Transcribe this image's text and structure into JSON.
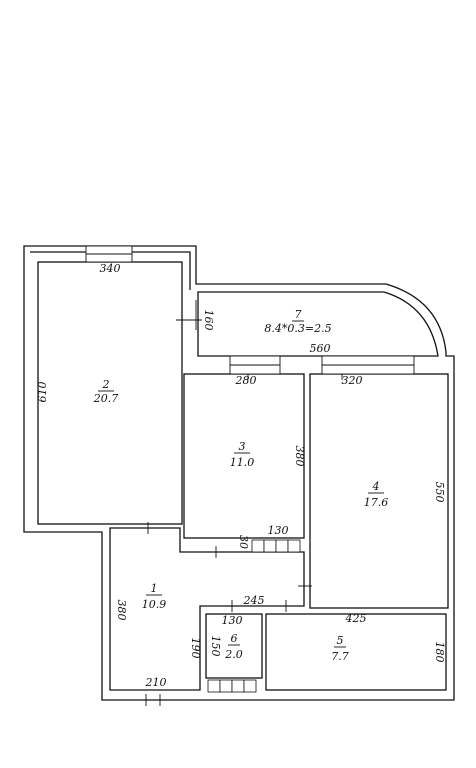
{
  "rooms": [
    {
      "id": "1",
      "number": "1",
      "area": "10.9"
    },
    {
      "id": "2",
      "number": "2",
      "area": "20.7"
    },
    {
      "id": "3",
      "number": "3",
      "area": "11.0"
    },
    {
      "id": "4",
      "number": "4",
      "area": "17.6"
    },
    {
      "id": "5",
      "number": "5",
      "area": "7.7"
    },
    {
      "id": "6",
      "number": "6",
      "area": "2.0"
    },
    {
      "id": "7",
      "number": "7",
      "area": "8.4*0.3=2.5"
    }
  ],
  "dimensions": {
    "d340": "340",
    "d610": "610",
    "d160": "160",
    "d560": "560",
    "d280": "280",
    "d320": "320",
    "d380_r3": "380",
    "d550": "550",
    "d130_top": "130",
    "d30": "30",
    "d380_r1": "380",
    "d245": "245",
    "d425": "425",
    "d130_r6": "130",
    "d150": "150",
    "d190": "190",
    "d180": "180",
    "d210": "210"
  }
}
